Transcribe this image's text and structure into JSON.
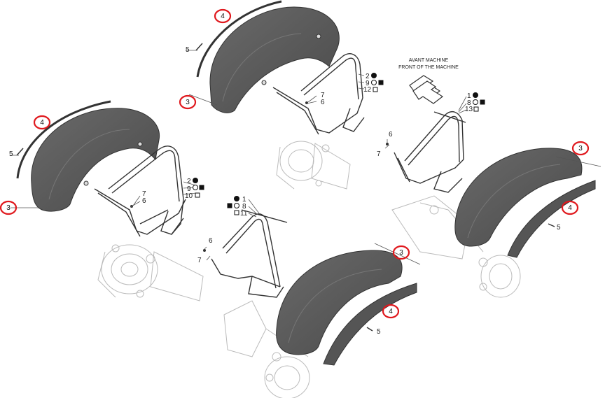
{
  "diagram": {
    "front_label": {
      "fr": "AVANT MACHINE",
      "en": "FRONT OF THE MACHINE"
    },
    "callouts": {
      "c_tl_4": "4",
      "c_tl_5": "5",
      "c_tl_3": "3",
      "c_tl_2": "2",
      "c_tl_9": "9",
      "c_tl_10": "10",
      "c_tl_7": "7",
      "c_tl_6": "6",
      "c_tc_4": "4",
      "c_tc_5": "5",
      "c_tc_3": "3",
      "c_tc_2": "2",
      "c_tc_9": "9",
      "c_tc_12": "12",
      "c_tc_7": "7",
      "c_tc_6": "6",
      "c_tr_1": "1",
      "c_tr_8": "8",
      "c_tr_13": "13",
      "c_tr_6": "6",
      "c_tr_7": "7",
      "c_tr_3": "3",
      "c_tr_4": "4",
      "c_tr_5": "5",
      "c_bc_1": "1",
      "c_bc_8": "8",
      "c_bc_11": "11",
      "c_bc_6": "6",
      "c_bc_7": "7",
      "c_bc_3": "3",
      "c_bc_4": "4",
      "c_bc_5": "5"
    },
    "highlight_color": "#e0191e",
    "fender_color": "#5a5a5a"
  }
}
